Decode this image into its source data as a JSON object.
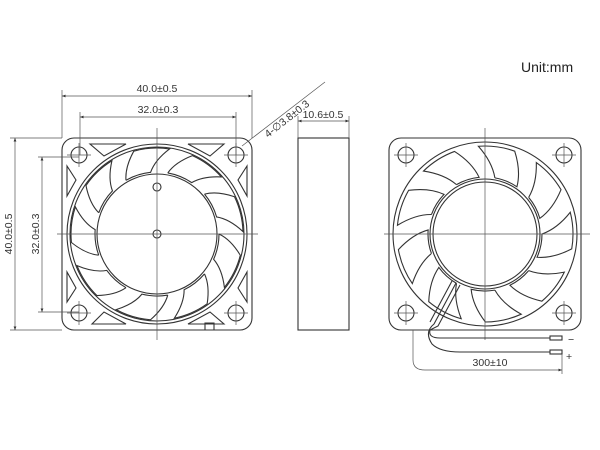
{
  "unit_label": "Unit:mm",
  "front_view": {
    "width_outer": "40.0±0.5",
    "width_holes": "32.0±0.3",
    "height_outer": "40.0±0.5",
    "height_holes": "32.0±0.3",
    "hole_spec": "4-∅3.8±0.3"
  },
  "side_view": {
    "thickness": "10.6±0.5"
  },
  "back_view": {
    "cable_length": "300±10",
    "minus_label": "−",
    "plus_label": "+"
  },
  "colors": {
    "line": "#333333",
    "background": "#ffffff"
  }
}
